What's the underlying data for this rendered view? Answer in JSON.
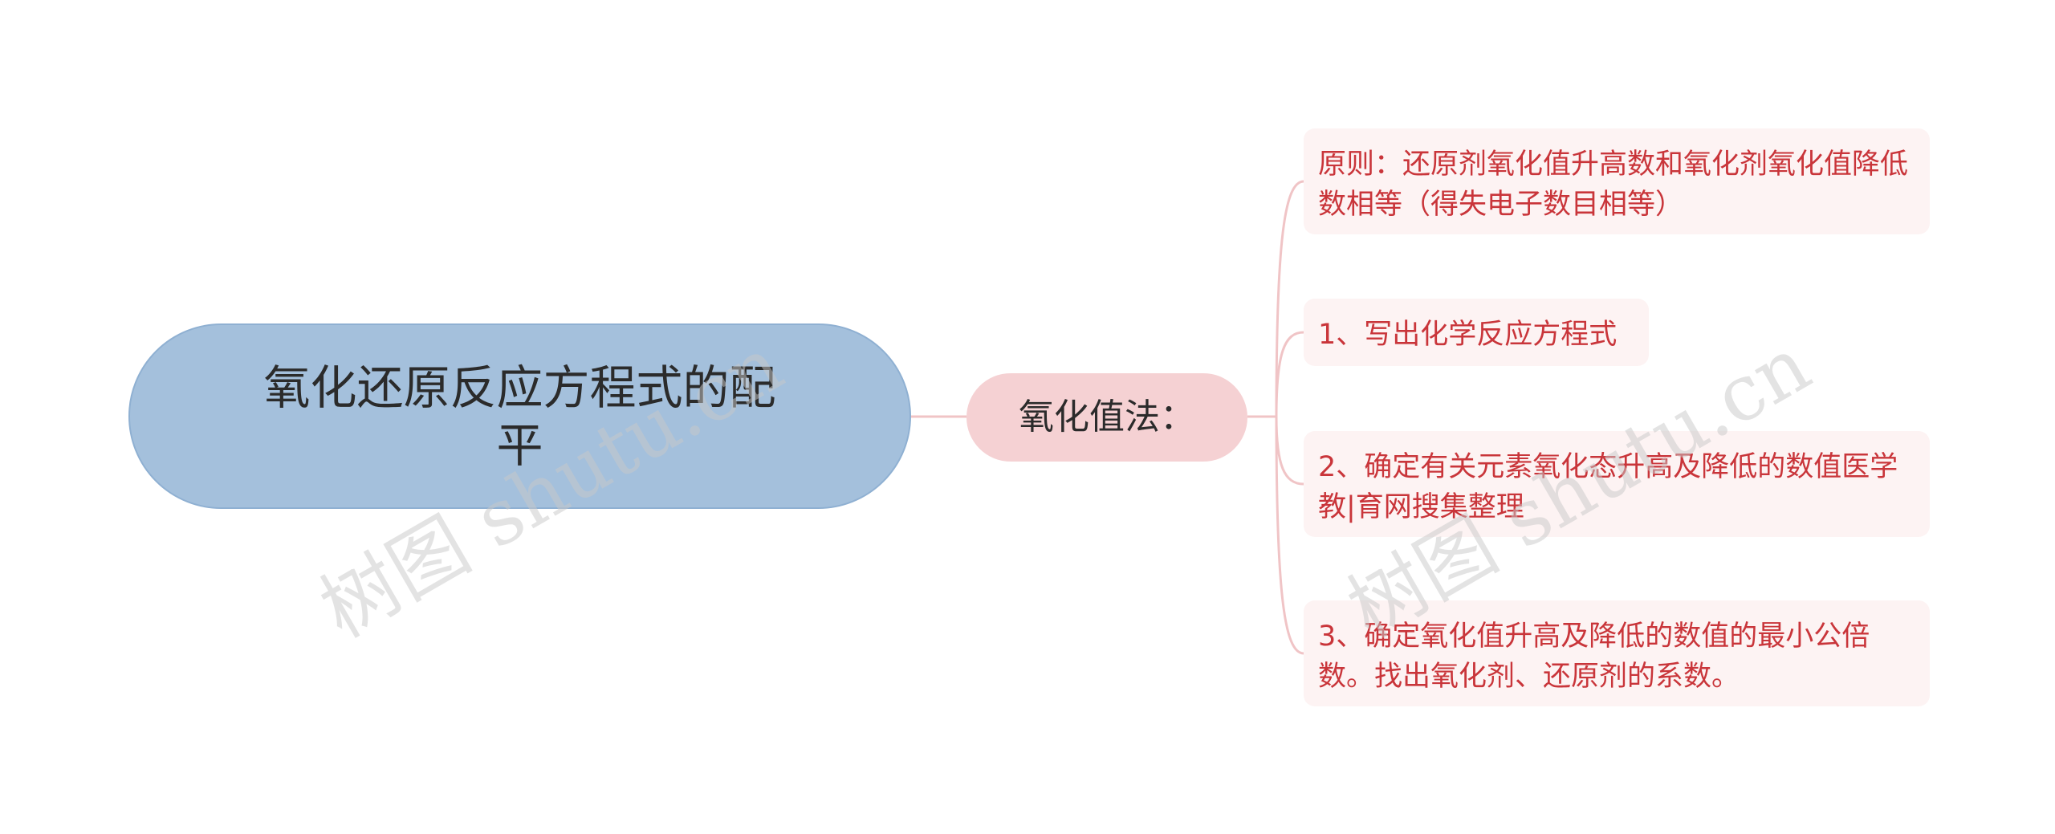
{
  "mindmap": {
    "root": {
      "label": "氧化还原反应方程式的配平"
    },
    "branch": {
      "label": "氧化值法："
    },
    "leaves": [
      {
        "label": "原则：还原剂氧化值升高数和氧化剂氧化值降低数相等（得失电子数目相等）"
      },
      {
        "label": "1、写出化学反应方程式"
      },
      {
        "label": "2、确定有关元素氧化态升高及降低的数值医学教|育网搜集整理"
      },
      {
        "label": "3、确定氧化值升高及降低的数值的最小公倍数。找出氧化剂、还原剂的系数。"
      }
    ]
  },
  "watermark": {
    "text": "树图 shutu.cn"
  },
  "colors": {
    "root_fill": "#a4c0dc",
    "branch_fill": "#f5d1d3",
    "leaf_fill": "#fdf3f3",
    "leaf_text": "#c9353a",
    "connector": "#f0c4c6"
  }
}
